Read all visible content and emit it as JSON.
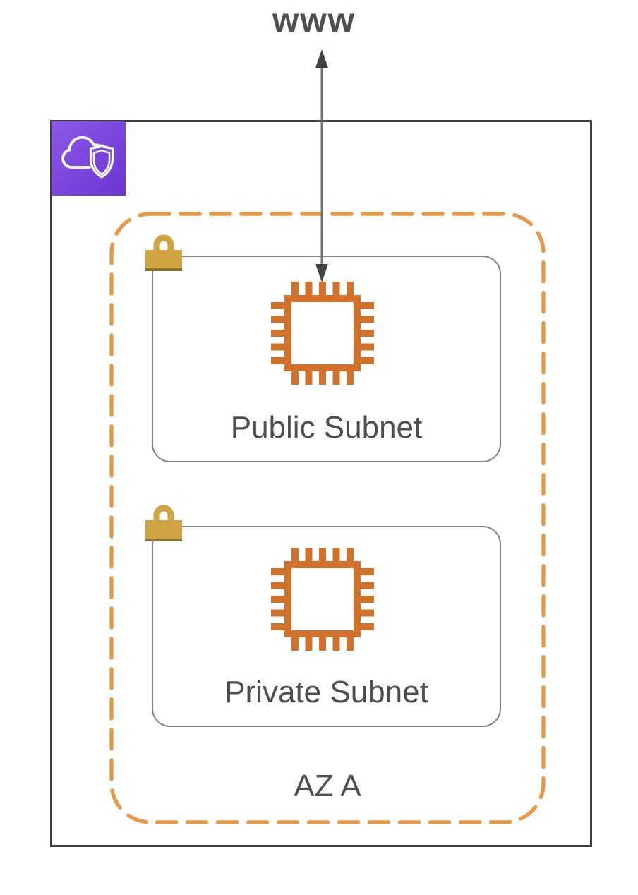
{
  "diagram": {
    "www_label": "www",
    "az_label": "AZ A",
    "public_subnet_label": "Public Subnet",
    "private_subnet_label": "Private Subnet"
  },
  "icons": {
    "vpc_icon": "cloud-with-shield (Amazon VPC)",
    "lock_icon": "gold padlock (network ACL / security)",
    "chip_icon": "orange processor chip (EC2 instance)",
    "arrow_icon": "vertical double-headed arrow (internet traffic)"
  },
  "colors": {
    "vpc_border": "#3d3d3d",
    "az_border": "#e59a4a",
    "subnet_border": "#828282",
    "chip": "#d0722c",
    "lock_gold": "#d0a342",
    "lock_shadow": "#8c7230",
    "icon_purple_start": "#8a5ae6",
    "icon_purple_end": "#6c33d2",
    "text": "#4b504d",
    "arrow_line": "#6e7270",
    "arrow_head": "#3e4346"
  }
}
